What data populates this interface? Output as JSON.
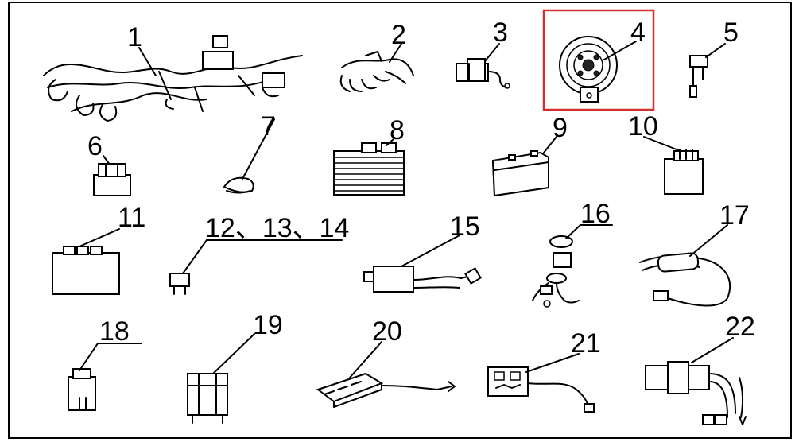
{
  "diagram": {
    "highlight_color": "#d32f2f",
    "highlighted_part": "4",
    "labels": {
      "p1": "1",
      "p2": "2",
      "p3": "3",
      "p4": "4",
      "p5": "5",
      "p6": "6",
      "p7": "7",
      "p8": "8",
      "p9": "9",
      "p10": "10",
      "p11": "11",
      "p12": "12、13、14",
      "p15": "15",
      "p16": "16",
      "p17": "17",
      "p18": "18",
      "p19": "19",
      "p20": "20",
      "p21": "21",
      "p22": "22"
    }
  }
}
